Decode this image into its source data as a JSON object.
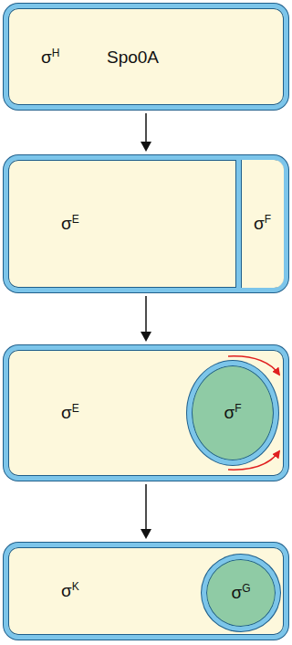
{
  "diagram": {
    "nodes": [
      {
        "text": [
          "σH",
          "Spo0A"
        ]
      },
      {
        "text": [
          "σE"
        ]
      },
      {
        "text": [
          "σF"
        ],
        "in": 1
      },
      {
        "text": [
          "σE"
        ]
      },
      {
        "text": [
          "σF"
        ],
        "in": 3
      },
      {
        "text": [
          "σK"
        ]
      },
      {
        "text": [
          "σG"
        ],
        "in": 5
      }
    ],
    "edges": [
      {
        "from": 0,
        "to": 1,
        "arrow": "to"
      },
      {
        "from": 1,
        "to": 3,
        "arrow": "to"
      },
      {
        "from": 3,
        "to": 5,
        "arrow": "to"
      }
    ]
  }
}
